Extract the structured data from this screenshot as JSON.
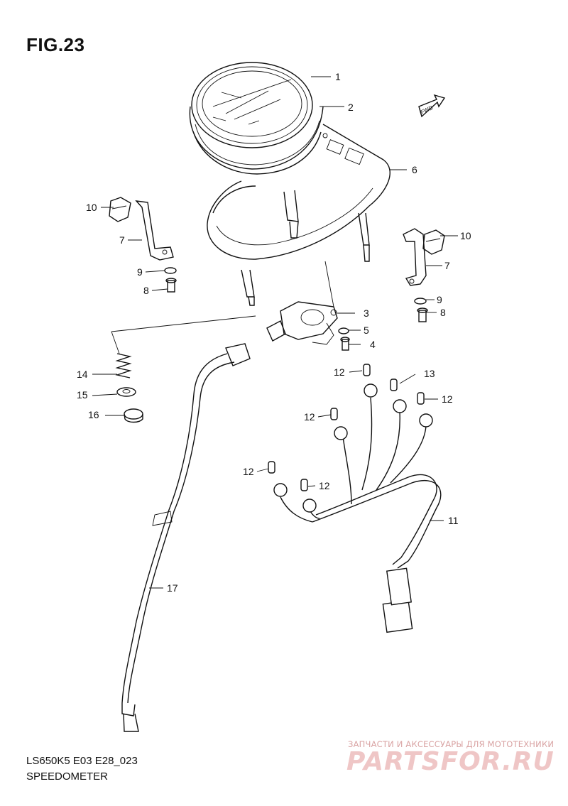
{
  "figure": {
    "title": "FIG.23",
    "model_code": "LS650K5 E03 E28_023",
    "name": "SPEEDOMETER"
  },
  "fwd_label": "FWD",
  "callouts": [
    {
      "id": "c1",
      "label": "1"
    },
    {
      "id": "c2",
      "label": "2"
    },
    {
      "id": "c6",
      "label": "6"
    },
    {
      "id": "c10a",
      "label": "10"
    },
    {
      "id": "c7a",
      "label": "7"
    },
    {
      "id": "c9a",
      "label": "9"
    },
    {
      "id": "c8a",
      "label": "8"
    },
    {
      "id": "c10b",
      "label": "10"
    },
    {
      "id": "c7b",
      "label": "7"
    },
    {
      "id": "c9b",
      "label": "9"
    },
    {
      "id": "c8b",
      "label": "8"
    },
    {
      "id": "c3",
      "label": "3"
    },
    {
      "id": "c5",
      "label": "5"
    },
    {
      "id": "c4",
      "label": "4"
    },
    {
      "id": "c14",
      "label": "14"
    },
    {
      "id": "c15",
      "label": "15"
    },
    {
      "id": "c16",
      "label": "16"
    },
    {
      "id": "c12a",
      "label": "12"
    },
    {
      "id": "c13",
      "label": "13"
    },
    {
      "id": "c12b",
      "label": "12"
    },
    {
      "id": "c12c",
      "label": "12"
    },
    {
      "id": "c12d",
      "label": "12"
    },
    {
      "id": "c12e",
      "label": "12"
    },
    {
      "id": "c11",
      "label": "11"
    },
    {
      "id": "c17",
      "label": "17"
    }
  ],
  "watermark": {
    "text": "ЗАПЧАСТИ И АКСЕССУАРЫ ДЛЯ МОТОТЕХНИКИ",
    "logo": "PARTSFOR.RU",
    "color": "#efc6c6"
  }
}
